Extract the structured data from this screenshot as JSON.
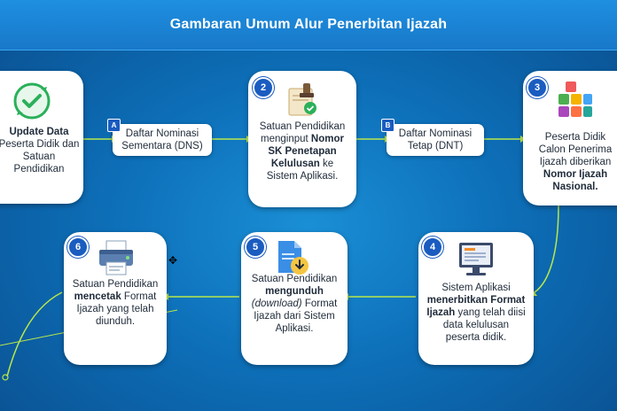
{
  "title": "Gambaran Umum Alur Penerbitan Ijazah",
  "steps": {
    "s1": {
      "text_bold": "Update Data",
      "text_rest": "Peserta Didik dan Satuan Pendidikan"
    },
    "s2": {
      "number": "2",
      "text_a": "Satuan Pendidikan menginput",
      "text_bold": "Nomor SK Penetapan Kelulusan",
      "text_b": "ke Sistem Aplikasi."
    },
    "s3": {
      "number": "3",
      "text_a": "Peserta Didik Calon Penerima Ijazah diberikan",
      "text_bold": "Nomor Ijazah Nasional."
    },
    "s4": {
      "number": "4",
      "text_a": "Sistem Aplikasi",
      "text_bold": "menerbitkan Format Ijazah",
      "text_b": "yang telah diisi data kelulusan peserta didik."
    },
    "s5": {
      "number": "5",
      "text_a": "Satuan Pendidikan",
      "text_bold": "mengunduh",
      "text_italic": "(download)",
      "text_b": "Format Ijazah dari Sistem Aplikasi."
    },
    "s6": {
      "number": "6",
      "text_a": "Satuan Pendidikan",
      "text_bold": "mencetak",
      "text_b": "Format Ijazah yang telah diunduh."
    }
  },
  "docs": {
    "a": {
      "letter": "A",
      "text": "Daftar Nominasi Sementara (DNS)"
    },
    "b": {
      "letter": "B",
      "text": "Daftar Nominasi Tetap (DNT)"
    }
  },
  "icons": [
    "refresh-check-icon",
    "stamp-certificate-icon",
    "number-blocks-icon",
    "computer-form-icon",
    "download-document-icon",
    "printer-icon"
  ],
  "colors": {
    "header": "#1878c9",
    "badge": "#1a5cc0",
    "connector": "#b9e84a",
    "background": "#0d6fb8"
  }
}
